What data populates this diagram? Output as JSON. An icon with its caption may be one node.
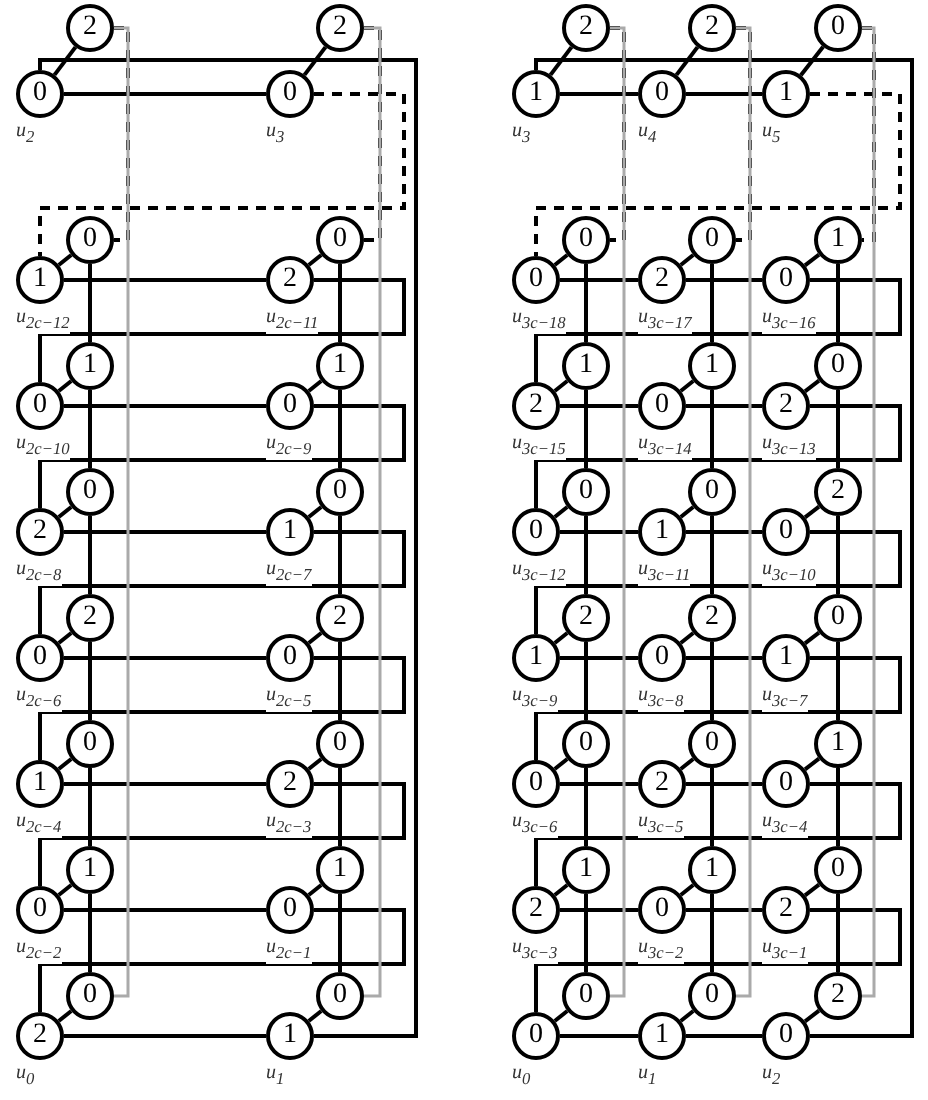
{
  "diagram": {
    "nodes": [
      {
        "text": [
          "2"
        ]
      },
      {
        "text": [
          "2"
        ]
      },
      {
        "text": [
          "0"
        ],
        "beside": [
          "u$_{2}$"
        ]
      },
      {
        "text": [
          "0"
        ],
        "beside": [
          "u$_{3}$"
        ]
      },
      {
        "text": [
          "0"
        ]
      },
      {
        "text": [
          "0"
        ]
      },
      {
        "text": [
          "1"
        ],
        "beside": [
          "u$_{2c−12}$"
        ]
      },
      {
        "text": [
          "2"
        ],
        "beside": [
          "u$_{2c−11}$"
        ]
      },
      {
        "text": [
          "1"
        ]
      },
      {
        "text": [
          "1"
        ]
      },
      {
        "text": [
          "0"
        ],
        "beside": [
          "u$_{2c−10}$"
        ]
      },
      {
        "text": [
          "0"
        ],
        "beside": [
          "u$_{2c−9}$"
        ]
      },
      {
        "text": [
          "0"
        ]
      },
      {
        "text": [
          "0"
        ]
      },
      {
        "text": [
          "2"
        ],
        "beside": [
          "u$_{2c−8}$"
        ]
      },
      {
        "text": [
          "1"
        ],
        "beside": [
          "u$_{2c−7}$"
        ]
      },
      {
        "text": [
          "2"
        ]
      },
      {
        "text": [
          "2"
        ]
      },
      {
        "text": [
          "0"
        ],
        "beside": [
          "u$_{2c−6}$"
        ]
      },
      {
        "text": [
          "0"
        ],
        "beside": [
          "u$_{2c−5}$"
        ]
      },
      {
        "text": [
          "0"
        ]
      },
      {
        "text": [
          "0"
        ]
      },
      {
        "text": [
          "1"
        ],
        "beside": [
          "u$_{2c−4}$"
        ]
      },
      {
        "text": [
          "2"
        ],
        "beside": [
          "u$_{2c−3}$"
        ]
      },
      {
        "text": [
          "1"
        ]
      },
      {
        "text": [
          "1"
        ]
      },
      {
        "text": [
          "0"
        ],
        "beside": [
          "u$_{2c−2}$"
        ]
      },
      {
        "text": [
          "0"
        ],
        "beside": [
          "u$_{2c−1}$"
        ]
      },
      {
        "text": [
          "0"
        ]
      },
      {
        "text": [
          "0"
        ]
      },
      {
        "text": [
          "2"
        ],
        "beside": [
          "u$_{0}$"
        ]
      },
      {
        "text": [
          "1"
        ],
        "beside": [
          "u$_{1}$"
        ]
      },
      {
        "text": [
          "2"
        ]
      },
      {
        "text": [
          "2"
        ]
      },
      {
        "text": [
          "0"
        ]
      },
      {
        "text": [
          "1"
        ],
        "beside": [
          "u$_{3}$"
        ]
      },
      {
        "text": [
          "0"
        ],
        "beside": [
          "u$_{4}$"
        ]
      },
      {
        "text": [
          "1"
        ],
        "beside": [
          "u$_{5}$"
        ]
      },
      {
        "text": [
          "0"
        ]
      },
      {
        "text": [
          "0"
        ]
      },
      {
        "text": [
          "1"
        ]
      },
      {
        "text": [
          "0"
        ],
        "beside": [
          "u$_{3c−18}$"
        ]
      },
      {
        "text": [
          "2"
        ],
        "beside": [
          "u$_{3c−17}$"
        ]
      },
      {
        "text": [
          "0"
        ],
        "beside": [
          "u$_{3c−16}$"
        ]
      },
      {
        "text": [
          "1"
        ]
      },
      {
        "text": [
          "1"
        ]
      },
      {
        "text": [
          "0"
        ]
      },
      {
        "text": [
          "2"
        ],
        "beside": [
          "u$_{3c−15}$"
        ]
      },
      {
        "text": [
          "0"
        ],
        "beside": [
          "u$_{3c−14}$"
        ]
      },
      {
        "text": [
          "2"
        ],
        "beside": [
          "u$_{3c−13}$"
        ]
      },
      {
        "text": [
          "0"
        ]
      },
      {
        "text": [
          "0"
        ]
      },
      {
        "text": [
          "2"
        ]
      },
      {
        "text": [
          "0"
        ],
        "beside": [
          "u$_{3c−12}$"
        ]
      },
      {
        "text": [
          "1"
        ],
        "beside": [
          "u$_{3c−11}$"
        ]
      },
      {
        "text": [
          "0"
        ],
        "beside": [
          "u$_{3c−10}$"
        ]
      },
      {
        "text": [
          "2"
        ]
      },
      {
        "text": [
          "2"
        ]
      },
      {
        "text": [
          "0"
        ]
      },
      {
        "text": [
          "1"
        ],
        "beside": [
          "u$_{3c−9}$"
        ]
      },
      {
        "text": [
          "0"
        ],
        "beside": [
          "u$_{3c−8}$"
        ]
      },
      {
        "text": [
          "1"
        ],
        "beside": [
          "u$_{3c−7}$"
        ]
      },
      {
        "text": [
          "0"
        ]
      },
      {
        "text": [
          "0"
        ]
      },
      {
        "text": [
          "1"
        ]
      },
      {
        "text": [
          "0"
        ],
        "beside": [
          "u$_{3c−6}$"
        ]
      },
      {
        "text": [
          "2"
        ],
        "beside": [
          "u$_{3c−5}$"
        ]
      },
      {
        "text": [
          "0"
        ],
        "beside": [
          "u$_{3c−4}$"
        ]
      },
      {
        "text": [
          "1"
        ]
      },
      {
        "text": [
          "1"
        ]
      },
      {
        "text": [
          "0"
        ]
      },
      {
        "text": [
          "2"
        ],
        "beside": [
          "u$_{3c−3}$"
        ]
      },
      {
        "text": [
          "0"
        ],
        "beside": [
          "u$_{3c−2}$"
        ]
      },
      {
        "text": [
          "2"
        ],
        "beside": [
          "u$_{3c−1}$"
        ]
      },
      {
        "text": [
          "0"
        ]
      },
      {
        "text": [
          "0"
        ]
      },
      {
        "text": [
          "2"
        ]
      },
      {
        "text": [
          "0"
        ],
        "beside": [
          "u$_{0}$"
        ]
      },
      {
        "text": [
          "1"
        ],
        "beside": [
          "u$_{1}$"
        ]
      },
      {
        "text": [
          "0"
        ],
        "beside": [
          "u$_{2}$"
        ]
      }
    ],
    "edges": [
      {
        "from": 30,
        "to": 31,
        "arrow": "none"
      },
      {
        "from": 31,
        "to": 2,
        "arrow": "none"
      },
      {
        "from": 2,
        "to": 3,
        "arrow": "none"
      },
      {
        "from": 3,
        "to": 6,
        "arrow": "none",
        "style": "dashed"
      },
      {
        "from": 6,
        "to": 7,
        "arrow": "none"
      },
      {
        "from": 7,
        "to": 10,
        "arrow": "none"
      },
      {
        "from": 10,
        "to": 11,
        "arrow": "none"
      },
      {
        "from": 11,
        "to": 14,
        "arrow": "none"
      },
      {
        "from": 14,
        "to": 15,
        "arrow": "none"
      },
      {
        "from": 15,
        "to": 18,
        "arrow": "none"
      },
      {
        "from": 18,
        "to": 19,
        "arrow": "none"
      },
      {
        "from": 19,
        "to": 22,
        "arrow": "none"
      },
      {
        "from": 22,
        "to": 23,
        "arrow": "none"
      },
      {
        "from": 23,
        "to": 26,
        "arrow": "none"
      },
      {
        "from": 26,
        "to": 27,
        "arrow": "none"
      },
      {
        "from": 27,
        "to": 30,
        "arrow": "none"
      },
      {
        "from": 0,
        "to": 2,
        "arrow": "none"
      },
      {
        "from": 1,
        "to": 3,
        "arrow": "none"
      },
      {
        "from": 4,
        "to": 6,
        "arrow": "none"
      },
      {
        "from": 5,
        "to": 7,
        "arrow": "none"
      },
      {
        "from": 8,
        "to": 10,
        "arrow": "none"
      },
      {
        "from": 9,
        "to": 11,
        "arrow": "none"
      },
      {
        "from": 12,
        "to": 14,
        "arrow": "none"
      },
      {
        "from": 13,
        "to": 15,
        "arrow": "none"
      },
      {
        "from": 16,
        "to": 18,
        "arrow": "none"
      },
      {
        "from": 17,
        "to": 19,
        "arrow": "none"
      },
      {
        "from": 20,
        "to": 22,
        "arrow": "none"
      },
      {
        "from": 21,
        "to": 23,
        "arrow": "none"
      },
      {
        "from": 24,
        "to": 26,
        "arrow": "none"
      },
      {
        "from": 25,
        "to": 27,
        "arrow": "none"
      },
      {
        "from": 28,
        "to": 30,
        "arrow": "none"
      },
      {
        "from": 29,
        "to": 31,
        "arrow": "none"
      },
      {
        "from": 0,
        "to": 4,
        "arrow": "none",
        "style": "dashed"
      },
      {
        "from": 4,
        "to": 8,
        "arrow": "none"
      },
      {
        "from": 8,
        "to": 12,
        "arrow": "none"
      },
      {
        "from": 12,
        "to": 16,
        "arrow": "none"
      },
      {
        "from": 16,
        "to": 20,
        "arrow": "none"
      },
      {
        "from": 20,
        "to": 24,
        "arrow": "none"
      },
      {
        "from": 24,
        "to": 28,
        "arrow": "none"
      },
      {
        "from": 1,
        "to": 5,
        "arrow": "none",
        "style": "dashed"
      },
      {
        "from": 5,
        "to": 9,
        "arrow": "none"
      },
      {
        "from": 9,
        "to": 13,
        "arrow": "none"
      },
      {
        "from": 13,
        "to": 17,
        "arrow": "none"
      },
      {
        "from": 17,
        "to": 21,
        "arrow": "none"
      },
      {
        "from": 21,
        "to": 25,
        "arrow": "none"
      },
      {
        "from": 25,
        "to": 29,
        "arrow": "none"
      },
      {
        "from": 0,
        "to": 28,
        "arrow": "none",
        "color": "#aaaaaa"
      },
      {
        "from": 1,
        "to": 29,
        "arrow": "none",
        "color": "#aaaaaa"
      },
      {
        "from": 77,
        "to": 78,
        "arrow": "none"
      },
      {
        "from": 78,
        "to": 79,
        "arrow": "none"
      },
      {
        "from": 79,
        "to": 35,
        "arrow": "none"
      },
      {
        "from": 35,
        "to": 36,
        "arrow": "none"
      },
      {
        "from": 36,
        "to": 37,
        "arrow": "none"
      },
      {
        "from": 37,
        "to": 41,
        "arrow": "none",
        "style": "dashed"
      },
      {
        "from": 41,
        "to": 42,
        "arrow": "none"
      },
      {
        "from": 42,
        "to": 43,
        "arrow": "none"
      },
      {
        "from": 43,
        "to": 47,
        "arrow": "none"
      },
      {
        "from": 47,
        "to": 48,
        "arrow": "none"
      },
      {
        "from": 48,
        "to": 49,
        "arrow": "none"
      },
      {
        "from": 49,
        "to": 53,
        "arrow": "none"
      },
      {
        "from": 53,
        "to": 54,
        "arrow": "none"
      },
      {
        "from": 54,
        "to": 55,
        "arrow": "none"
      },
      {
        "from": 55,
        "to": 59,
        "arrow": "none"
      },
      {
        "from": 59,
        "to": 60,
        "arrow": "none"
      },
      {
        "from": 60,
        "to": 61,
        "arrow": "none"
      },
      {
        "from": 61,
        "to": 65,
        "arrow": "none"
      },
      {
        "from": 65,
        "to": 66,
        "arrow": "none"
      },
      {
        "from": 66,
        "to": 67,
        "arrow": "none"
      },
      {
        "from": 67,
        "to": 71,
        "arrow": "none"
      },
      {
        "from": 71,
        "to": 72,
        "arrow": "none"
      },
      {
        "from": 72,
        "to": 73,
        "arrow": "none"
      },
      {
        "from": 73,
        "to": 77,
        "arrow": "none"
      },
      {
        "from": 32,
        "to": 35,
        "arrow": "none"
      },
      {
        "from": 33,
        "to": 36,
        "arrow": "none"
      },
      {
        "from": 34,
        "to": 37,
        "arrow": "none"
      },
      {
        "from": 38,
        "to": 41,
        "arrow": "none"
      },
      {
        "from": 39,
        "to": 42,
        "arrow": "none"
      },
      {
        "from": 40,
        "to": 43,
        "arrow": "none"
      },
      {
        "from": 44,
        "to": 47,
        "arrow": "none"
      },
      {
        "from": 45,
        "to": 48,
        "arrow": "none"
      },
      {
        "from": 46,
        "to": 49,
        "arrow": "none"
      },
      {
        "from": 50,
        "to": 53,
        "arrow": "none"
      },
      {
        "from": 51,
        "to": 54,
        "arrow": "none"
      },
      {
        "from": 52,
        "to": 55,
        "arrow": "none"
      },
      {
        "from": 56,
        "to": 59,
        "arrow": "none"
      },
      {
        "from": 57,
        "to": 60,
        "arrow": "none"
      },
      {
        "from": 58,
        "to": 61,
        "arrow": "none"
      },
      {
        "from": 62,
        "to": 65,
        "arrow": "none"
      },
      {
        "from": 63,
        "to": 66,
        "arrow": "none"
      },
      {
        "from": 64,
        "to": 67,
        "arrow": "none"
      },
      {
        "from": 68,
        "to": 71,
        "arrow": "none"
      },
      {
        "from": 69,
        "to": 72,
        "arrow": "none"
      },
      {
        "from": 70,
        "to": 73,
        "arrow": "none"
      },
      {
        "from": 74,
        "to": 77,
        "arrow": "none"
      },
      {
        "from": 75,
        "to": 78,
        "arrow": "none"
      },
      {
        "from": 76,
        "to": 79,
        "arrow": "none"
      },
      {
        "from": 32,
        "to": 38,
        "arrow": "none",
        "style": "dashed"
      },
      {
        "from": 38,
        "to": 44,
        "arrow": "none"
      },
      {
        "from": 44,
        "to": 50,
        "arrow": "none"
      },
      {
        "from": 50,
        "to": 56,
        "arrow": "none"
      },
      {
        "from": 56,
        "to": 62,
        "arrow": "none"
      },
      {
        "from": 62,
        "to": 68,
        "arrow": "none"
      },
      {
        "from": 68,
        "to": 74,
        "arrow": "none"
      },
      {
        "from": 33,
        "to": 39,
        "arrow": "none",
        "style": "dashed"
      },
      {
        "from": 39,
        "to": 45,
        "arrow": "none"
      },
      {
        "from": 45,
        "to": 51,
        "arrow": "none"
      },
      {
        "from": 51,
        "to": 57,
        "arrow": "none"
      },
      {
        "from": 57,
        "to": 63,
        "arrow": "none"
      },
      {
        "from": 63,
        "to": 69,
        "arrow": "none"
      },
      {
        "from": 69,
        "to": 75,
        "arrow": "none"
      },
      {
        "from": 34,
        "to": 40,
        "arrow": "none",
        "style": "dashed"
      },
      {
        "from": 40,
        "to": 46,
        "arrow": "none"
      },
      {
        "from": 46,
        "to": 52,
        "arrow": "none"
      },
      {
        "from": 52,
        "to": 58,
        "arrow": "none"
      },
      {
        "from": 58,
        "to": 64,
        "arrow": "none"
      },
      {
        "from": 64,
        "to": 70,
        "arrow": "none"
      },
      {
        "from": 70,
        "to": 76,
        "arrow": "none"
      },
      {
        "from": 32,
        "to": 74,
        "arrow": "none",
        "color": "#aaaaaa"
      },
      {
        "from": 33,
        "to": 75,
        "arrow": "none",
        "color": "#aaaaaa"
      },
      {
        "from": 34,
        "to": 76,
        "arrow": "none",
        "color": "#aaaaaa"
      }
    ]
  }
}
